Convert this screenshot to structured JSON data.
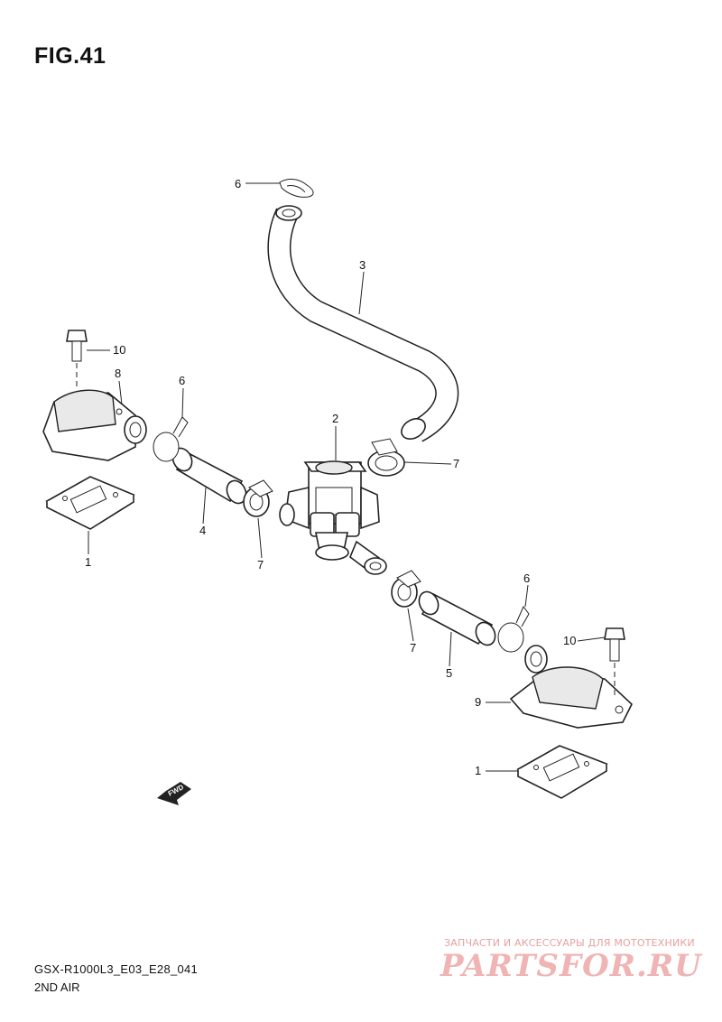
{
  "figure": {
    "title": "FIG.41"
  },
  "footer": {
    "model_code": "GSX-R1000L3_E03_E28_041",
    "section_name": "2ND AIR"
  },
  "labels": {
    "l6_top": "6",
    "l3": "3",
    "l10_left": "10",
    "l8": "8",
    "l6_left": "6",
    "l2": "2",
    "l7_right": "7",
    "l4": "4",
    "l7_left": "7",
    "l1_left": "1",
    "l6_right": "6",
    "l10_right": "10",
    "l7_lower": "7",
    "l5": "5",
    "l9": "9",
    "l1_right": "1"
  },
  "fwd_arrow": {
    "label": "FWD"
  },
  "watermark": {
    "tagline": "ЗАПЧАСТИ И АКСЕССУАРЫ ДЛЯ МОТОТЕХНИКИ",
    "logo": "PARTSFOR.RU"
  }
}
